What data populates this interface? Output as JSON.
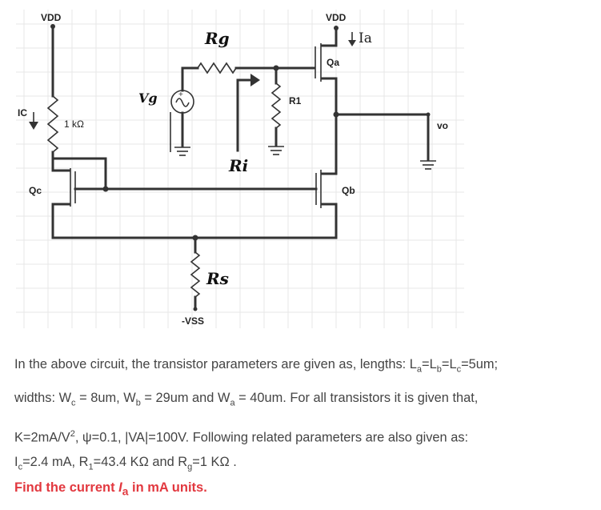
{
  "circuit": {
    "labels": {
      "vdd_left": "VDD",
      "vdd_right": "VDD",
      "rg": "Rg",
      "ia": "Ia",
      "qa": "Qa",
      "vg": "Vg",
      "r1": "R1",
      "ic": "IC",
      "r_1k": "1 kΩ",
      "vo": "vo",
      "ri": "Ri",
      "qc": "Qc",
      "qb": "Qb",
      "rs": "Rs",
      "vss": "-VSS",
      "source_plus": "+"
    }
  },
  "problem": {
    "line1_prefix": "In the above circuit, the transistor parameters are given as, lengths: L",
    "sub_a": "a",
    "eq1": "=L",
    "sub_b": "b",
    "eq2": "=L",
    "sub_c": "c",
    "line1_suffix": "=5um;",
    "line2_a": "widths: W",
    "line2_sub_c": "c",
    "line2_b": " = 8um,  W",
    "line2_sub_b": "b",
    "line2_c": " = 29um and  W",
    "line2_sub_a": "a",
    "line2_d": " = 40um. For all transistors it is given that,",
    "line3_a": "K=2mA/V",
    "line3_sup": "2",
    "line3_b": ",  ψ=0.1, |VA|=100V. Following related parameters are also given as:",
    "line4_a": "I",
    "line4_sub_c": "c",
    "line4_b": "=2.4 mA,  R",
    "line4_sub_1": "1",
    "line4_c": "=43.4 KΩ and R",
    "line4_sub_g": "g",
    "line4_d": "=1 KΩ ."
  },
  "question": {
    "prefix": "Find the current ",
    "var": "I",
    "sub": "a",
    "suffix": " in mA units."
  }
}
